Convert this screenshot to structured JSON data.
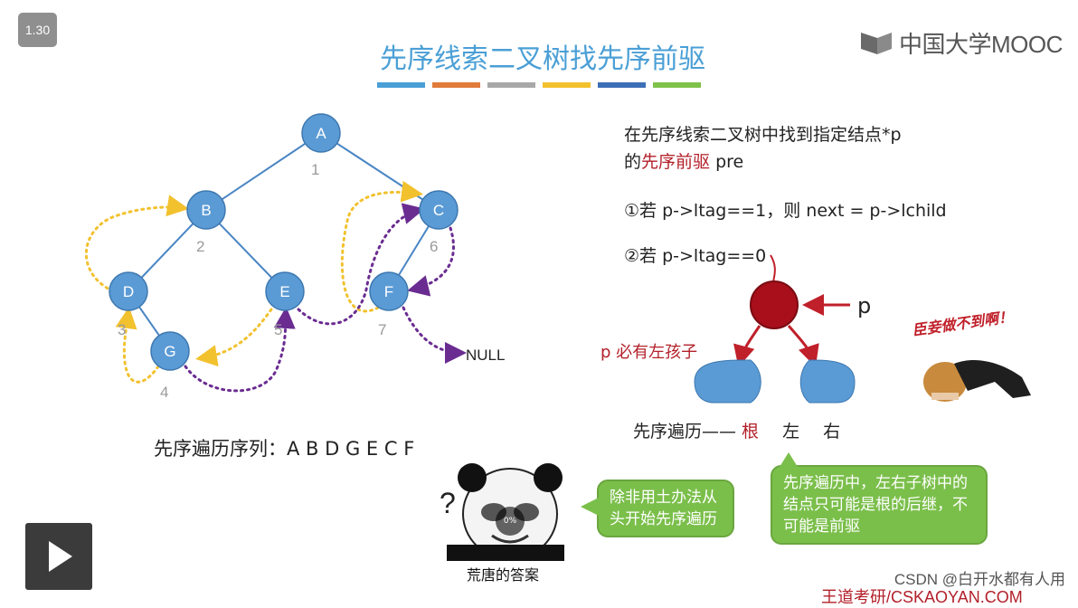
{
  "player": {
    "speed_badge": "1.30",
    "progress_label": "0%"
  },
  "brand": {
    "logo_text": "中国大学MOOC"
  },
  "slide": {
    "title": "先序线索二叉树找先序前驱",
    "color_bar": [
      "#4a9fd6",
      "#e07b3a",
      "#a8a8a8",
      "#f2c12e",
      "#3d6fb6",
      "#7fc24a"
    ],
    "tree": {
      "nodes": [
        {
          "label": "A",
          "order": "1"
        },
        {
          "label": "B",
          "order": "2"
        },
        {
          "label": "C",
          "order": "6"
        },
        {
          "label": "D",
          "order": "3"
        },
        {
          "label": "E",
          "order": "5"
        },
        {
          "label": "F",
          "order": "7"
        },
        {
          "label": "G",
          "order": "4"
        }
      ],
      "null_label": "NULL"
    },
    "sequence_label": "先序遍历序列：A B D G E C F",
    "right": {
      "line1": "在先序线索二叉树中找到指定结点*p",
      "line2_prefix": "的",
      "line2_red": "先序前驱",
      "line2_suffix": " pre",
      "rule1": "①若 p->ltag==1，则 next = p->lchild",
      "rule2": "②若 p->ltag==0",
      "p_label": "p",
      "left_child_note": "p 必有左孩子",
      "traversal_prefix": "先序遍历—— ",
      "traversal_root": "根",
      "traversal_left": "左",
      "traversal_right": "右",
      "sticker_text": "臣妾做不到啊！"
    },
    "meme": {
      "question_mark": "?",
      "caption": "荒唐的答案",
      "bubble": "除非用土办法从头开始先序遍历"
    },
    "note_bubble": {
      "text_main": "先序遍历中，左右子树中的结点只可能是根的后继，不可能是",
      "text_circled": "前驱"
    },
    "watermark": "CSDN @白开水都有人用",
    "footer": "王道考研/CSKAOYAN.COM"
  }
}
